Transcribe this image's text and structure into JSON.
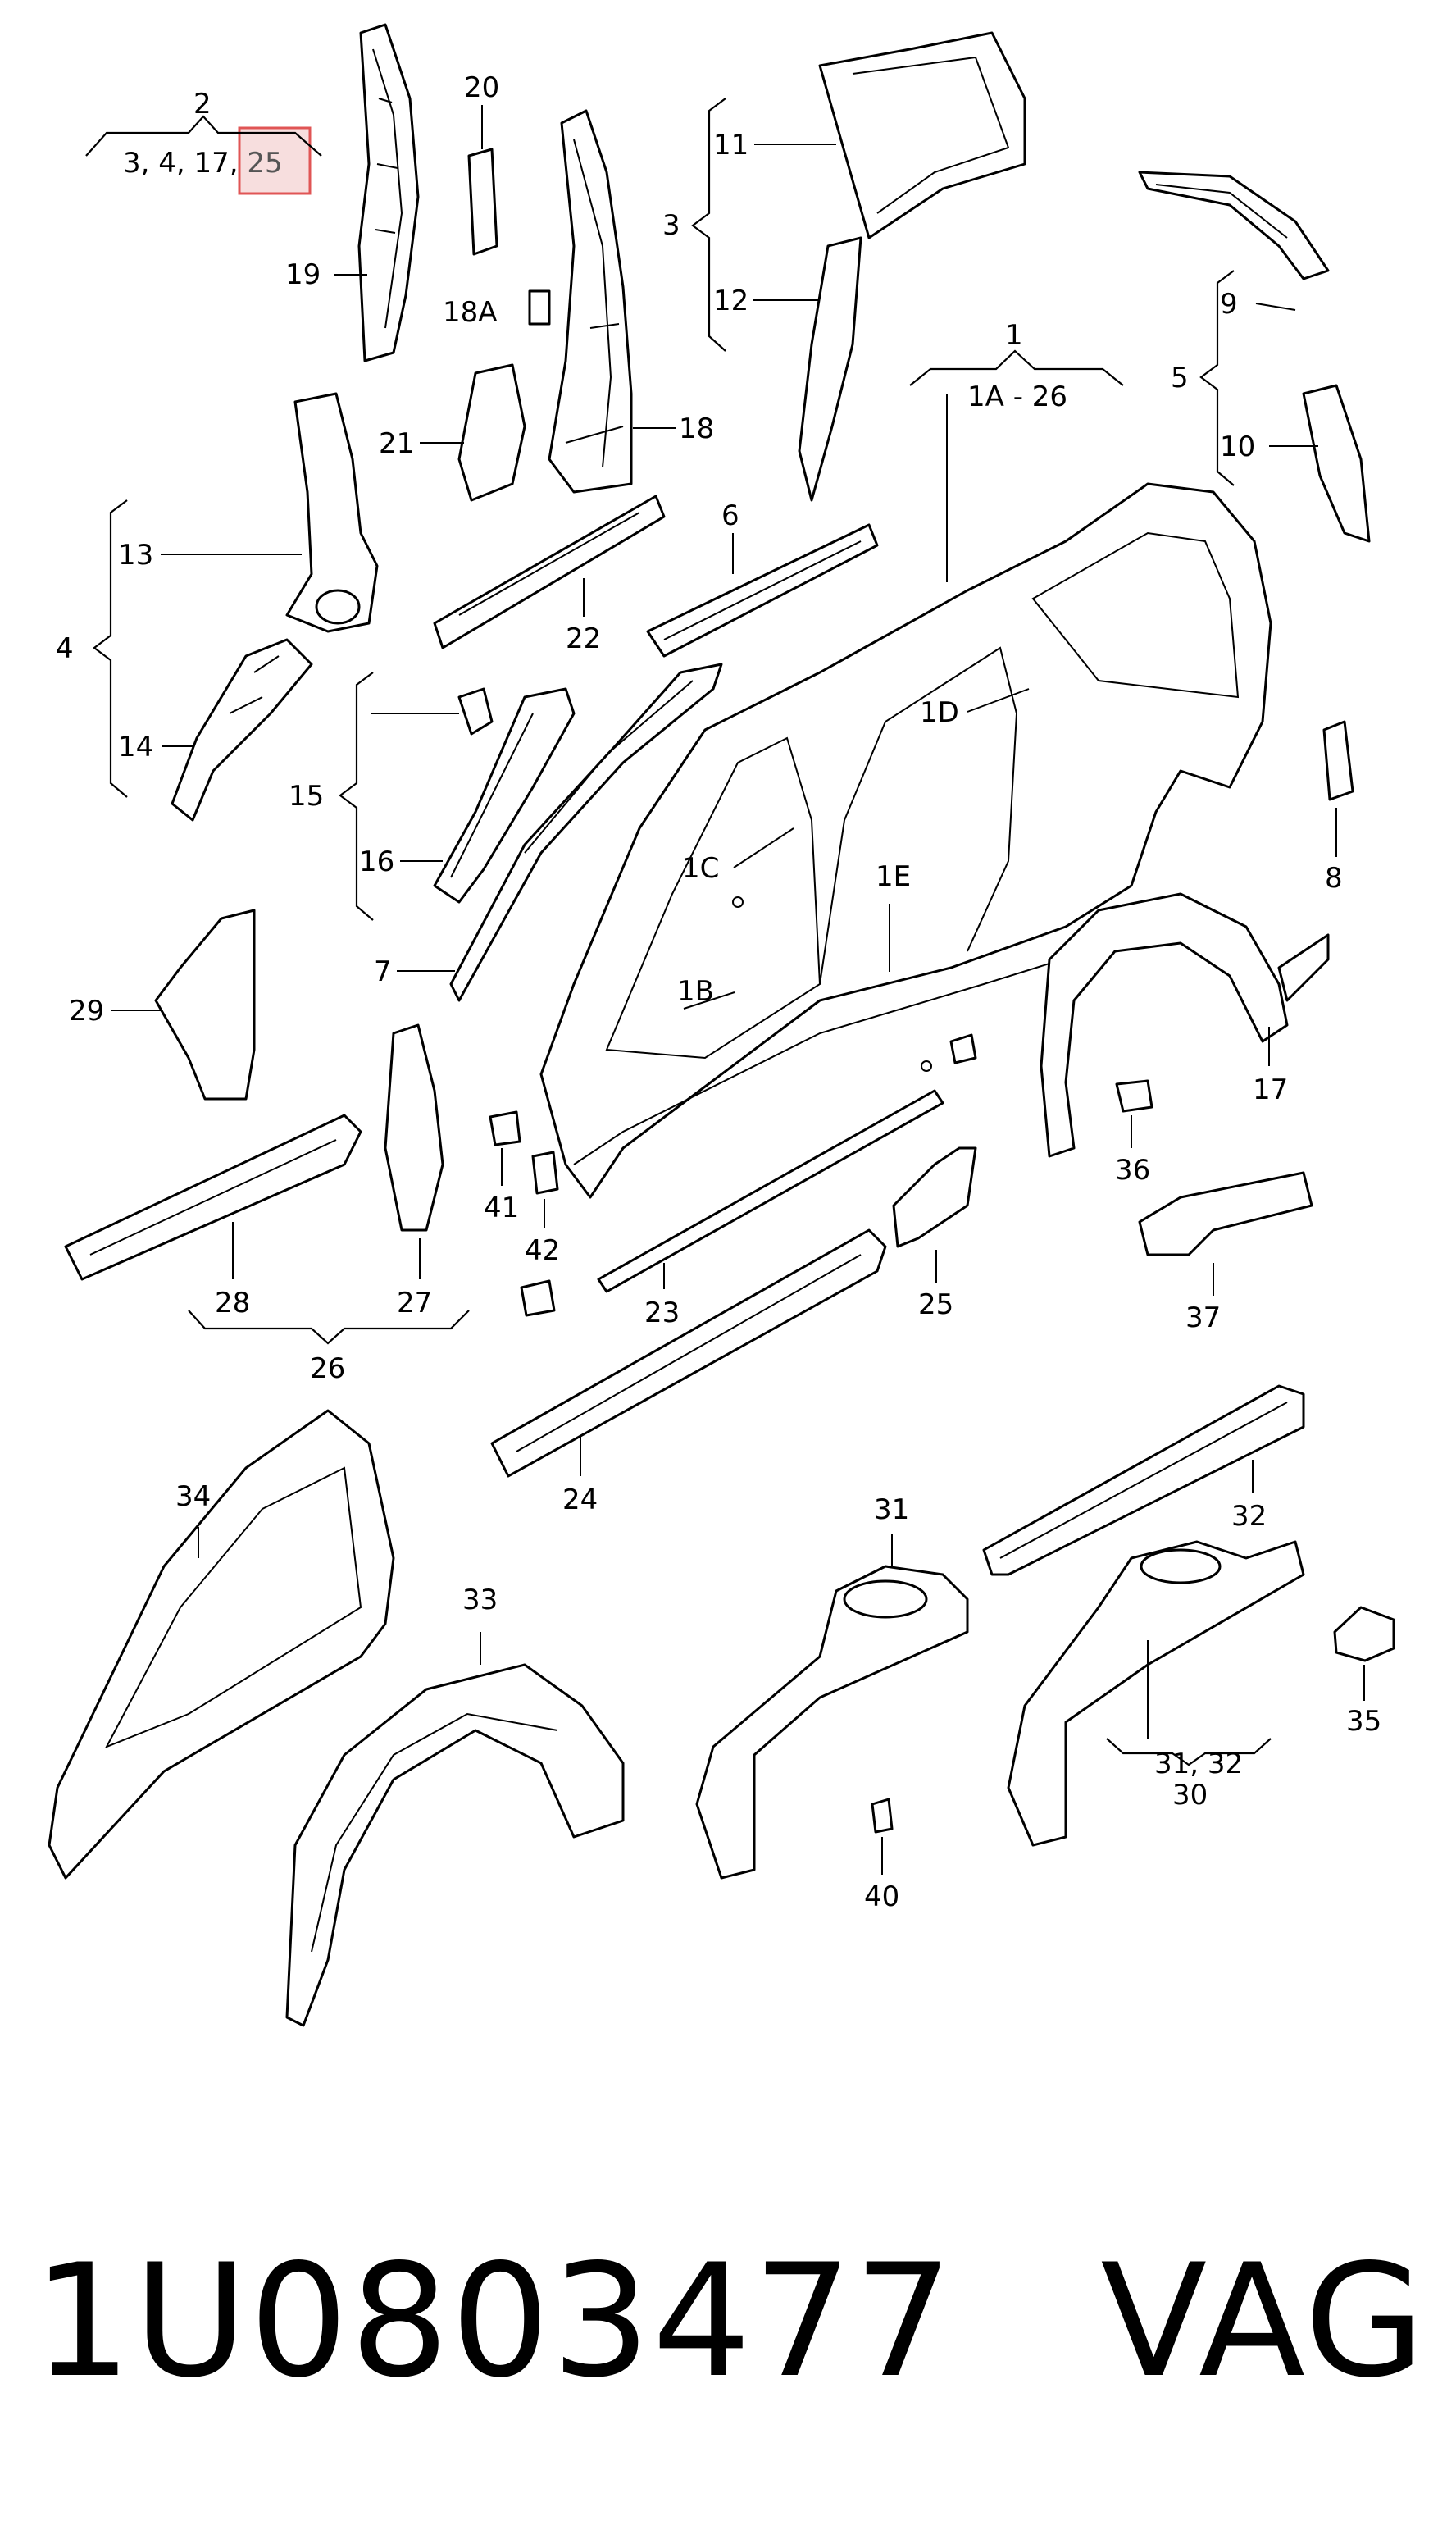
{
  "labels": {
    "l1": "1",
    "l1a26": "1A - 26",
    "l1b": "1B",
    "l1c": "1C",
    "l1d": "1D",
    "l1e": "1E",
    "l2": "2",
    "l2list_a": "3, 4, 17",
    "l2list_b": ", ",
    "l2list_hl": "25",
    "l3": "3",
    "l4": "4",
    "l5": "5",
    "l6": "6",
    "l7": "7",
    "l8": "8",
    "l9": "9",
    "l10": "10",
    "l11": "11",
    "l12": "12",
    "l13": "13",
    "l14": "14",
    "l15": "15",
    "l16": "16",
    "l17": "17",
    "l18": "18",
    "l18a": "18A",
    "l19": "19",
    "l20": "20",
    "l21": "21",
    "l22": "22",
    "l23": "23",
    "l24": "24",
    "l25": "25",
    "l26": "26",
    "l27": "27",
    "l28": "28",
    "l29": "29",
    "l30": "30",
    "l31": "31",
    "l3132": "31, 32",
    "l32": "32",
    "l33": "33",
    "l34": "34",
    "l35": "35",
    "l36": "36",
    "l37": "37",
    "l40": "40",
    "l41": "41",
    "l42": "42"
  },
  "caption": {
    "part_number": "1U0803477",
    "brand": "VAG"
  },
  "highlight": {
    "label": "25",
    "fill": "#f7dede",
    "stroke": "#e05555"
  }
}
